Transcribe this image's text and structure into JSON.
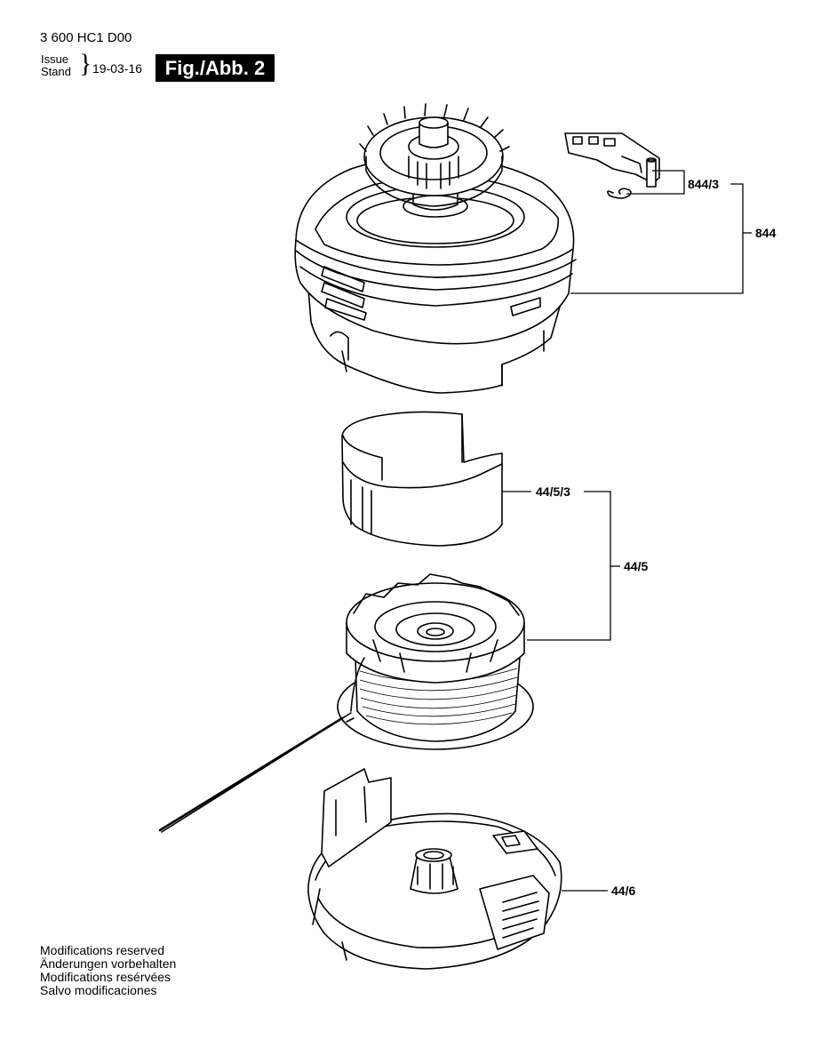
{
  "header": {
    "doc_code": "3 600 HC1 D00",
    "issue_label_1": "Issue",
    "issue_label_2": "Stand",
    "date": "19-03-16",
    "figure_label": "Fig./Abb. 2"
  },
  "parts": {
    "p844_3": "844/3",
    "p844": "844",
    "p44_5_3": "44/5/3",
    "p44_5": "44/5",
    "p44_6": "44/6"
  },
  "footer": {
    "line1": "Modifications reserved",
    "line2": "Änderungen vorbehalten",
    "line3": "Modifications resérvées",
    "line4": "Salvo modificaciones"
  }
}
